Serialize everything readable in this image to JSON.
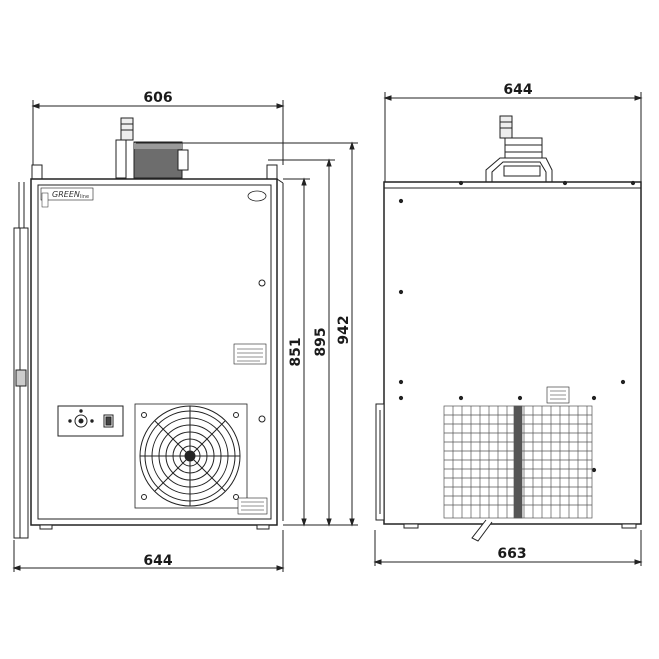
{
  "dimensions": {
    "front_top_width": "606",
    "front_bottom_width": "644",
    "height_body": "851",
    "height_with_pump": "895",
    "height_total": "942",
    "side_top_width": "644",
    "side_bottom_width": "663"
  },
  "brand": {
    "logo_text": "GREEN",
    "logo_suffix": "line"
  },
  "colors": {
    "line": "#222222",
    "panel": "#ffffff",
    "grille": "#9a9a9a"
  }
}
